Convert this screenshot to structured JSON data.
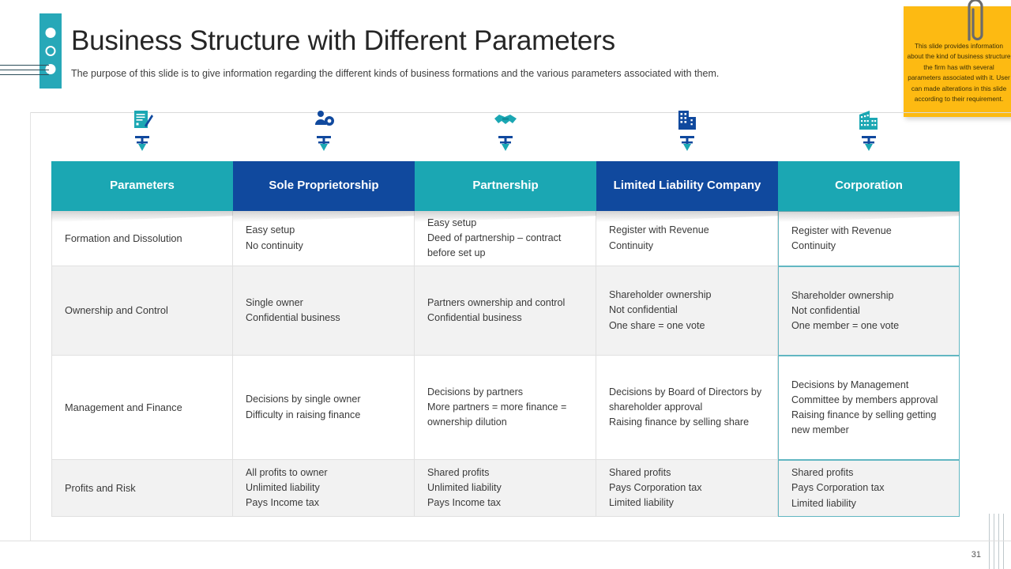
{
  "header": {
    "title": "Business Structure with Different Parameters",
    "subtitle": "The purpose of this slide is to give information regarding the different kinds of business formations and the various parameters associated with them.",
    "accent_teal": "#27A8B8",
    "accent_blue": "#10499E"
  },
  "sticky_note": {
    "text": "This slide provides information about the kind of business structure the firm has with several parameters associated with it. User can made alterations in this slide according to their requirement.",
    "color": "#FDBA12"
  },
  "icons": [
    {
      "name": "document-pen-icon",
      "color": "#1BA7B3"
    },
    {
      "name": "person-gear-icon",
      "color": "#10499E"
    },
    {
      "name": "handshake-icon",
      "color": "#1BA7B3"
    },
    {
      "name": "office-building-icon",
      "color": "#10499E"
    },
    {
      "name": "city-buildings-icon",
      "color": "#1BA7B3"
    }
  ],
  "table": {
    "columns": [
      {
        "label": "Parameters",
        "style": "teal"
      },
      {
        "label": "Sole Proprietorship",
        "style": "blue"
      },
      {
        "label": "Partnership",
        "style": "teal"
      },
      {
        "label": "Limited Liability Company",
        "style": "blue"
      },
      {
        "label": "Corporation",
        "style": "teal"
      }
    ],
    "rows": [
      {
        "parameter": "Formation and Dissolution",
        "sole_proprietorship": "Easy setup\nNo continuity",
        "partnership": "Easy setup\nDeed of partnership – contract before set up",
        "llc": "Register with Revenue\nContinuity",
        "corporation": "Register with Revenue\nContinuity"
      },
      {
        "parameter": "Ownership and Control",
        "sole_proprietorship": "Single owner\nConfidential business",
        "partnership": "Partners ownership and control\nConfidential business",
        "llc": "Shareholder ownership\nNot confidential\nOne share = one vote",
        "corporation": "Shareholder ownership\nNot confidential\nOne member = one vote"
      },
      {
        "parameter": "Management and Finance",
        "sole_proprietorship": "Decisions by single owner\nDifficulty in raising finance",
        "partnership": "Decisions by partners\nMore partners = more finance = ownership dilution",
        "llc": "Decisions by Board of Directors by shareholder approval\nRaising finance by selling share",
        "corporation": "Decisions by Management Committee by members approval\nRaising finance by selling getting new member"
      },
      {
        "parameter": "Profits and Risk",
        "sole_proprietorship": "All profits to owner\nUnlimited liability\nPays Income tax",
        "partnership": "Shared profits\nUnlimited liability\nPays Income tax",
        "llc": "Shared profits\nPays Corporation tax\nLimited liability",
        "corporation": "Shared profits\nPays Corporation tax\nLimited liability"
      }
    ],
    "highlight_column": "corporation",
    "highlight_color": "#62B7C2"
  },
  "footer": {
    "page_number": "31"
  }
}
